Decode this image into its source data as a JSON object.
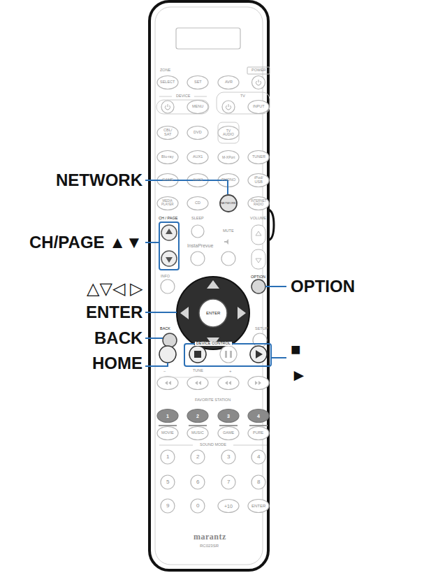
{
  "diagram": {
    "labels": [
      "NETWORK",
      "CH/PAGE ▲▼",
      "△▽◁ ▷",
      "ENTER",
      "BACK",
      "HOME",
      "OPTION",
      "■",
      "►",
      "ZONE",
      "POWER",
      "SELECT",
      "SET",
      "AVR",
      "DEVICE",
      "MENU",
      "TV",
      "INPUT",
      "CBL/ SAT",
      "DVD",
      "TV AUDIO",
      "Blu-ray",
      "AUX1",
      "M-XPort",
      "TUNER",
      "GAME",
      "AUX2",
      "PHONO",
      "iPod/ USB",
      "MEDIA PLAYER",
      "CD",
      "NETWORK",
      "INTERNET RADIO",
      "CH / PAGE",
      "SLEEP",
      "VOLUME",
      "InstaPrevue",
      "MUTE",
      "INFO",
      "OPTION",
      "ENTER",
      "BACK",
      "SETUP",
      "DEVICE CONTROL",
      "−",
      "TUNE",
      "+",
      "FAVORITE STATION",
      "1",
      "2",
      "3",
      "4",
      "MOVIE",
      "MUSIC",
      "GAME",
      "PURE",
      "SOUND MODE",
      "1",
      "2",
      "3",
      "4",
      "5",
      "6",
      "7",
      "8",
      "9",
      "0",
      "+10",
      "ENTER",
      "marantz",
      "RC023SR"
    ]
  }
}
